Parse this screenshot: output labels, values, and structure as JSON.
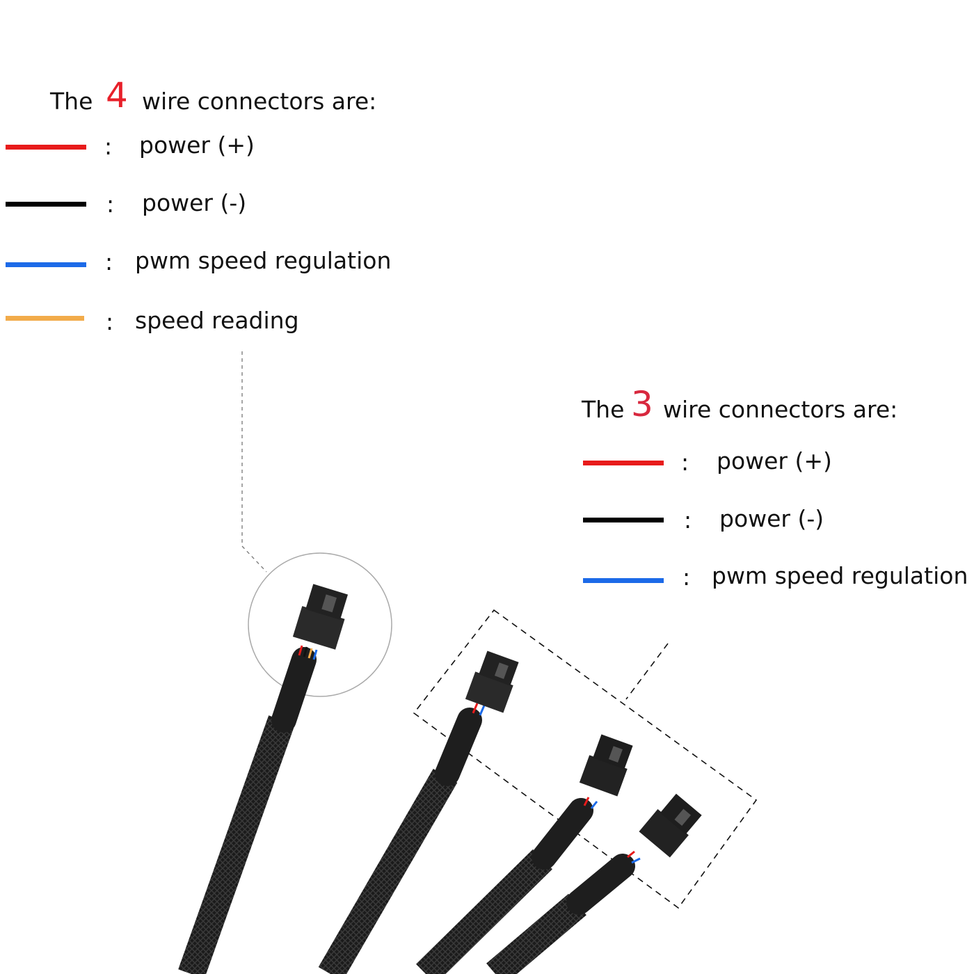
{
  "four_wire": {
    "title_prefix": "The",
    "count": "4",
    "title_suffix": "wire connectors are:",
    "items": [
      {
        "color": "#e81b1b",
        "sep": ":",
        "label": "power (+)"
      },
      {
        "color": "#000000",
        "sep": ":",
        "label": "power (-)"
      },
      {
        "color": "#1c6ae8",
        "sep": ":",
        "label": "pwm speed regulation"
      },
      {
        "color": "#f2ab4a",
        "sep": ":",
        "label": "speed reading"
      }
    ]
  },
  "three_wire": {
    "title_prefix": "The",
    "count": "3",
    "title_suffix": "wire connectors are:",
    "items": [
      {
        "color": "#e81b1b",
        "sep": ":",
        "label": "power (+)"
      },
      {
        "color": "#000000",
        "sep": ":",
        "label": "power (-)"
      },
      {
        "color": "#1c6ae8",
        "sep": ":",
        "label": "pwm speed regulation"
      }
    ]
  }
}
